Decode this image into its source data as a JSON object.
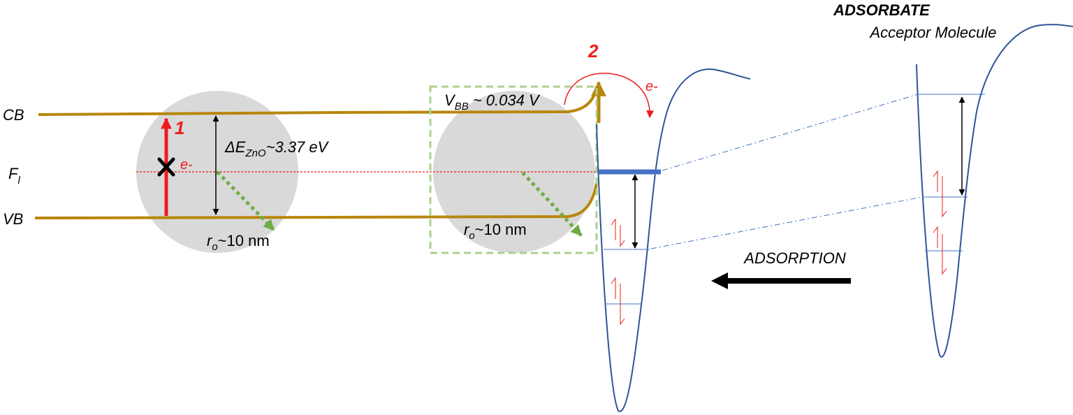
{
  "colors": {
    "band": "#B8860B",
    "particle": "#D9D9D9",
    "red": "#EE1C1C",
    "blue": "#2E5597",
    "blue_level": "#4472C4",
    "green": "#70AD47",
    "green_box": "#A9D18E",
    "black": "#000000"
  },
  "labels": {
    "cb": "CB",
    "fl_main": "F",
    "fl_sub": "l",
    "vb": "VB",
    "step1": "1",
    "step2": "2",
    "electron_1": "e-",
    "electron_2": "e-",
    "gap_delta": "ΔE",
    "gap_sub": "ZnO",
    "gap_value": "~3.37 eV",
    "radius_main": "r",
    "radius_sub": "o",
    "radius_value": "~10 nm",
    "vbb_main": "V",
    "vbb_sub": "BB",
    "vbb_value": " ~ 0.034 V",
    "adsorbate_title": "ADSORBATE",
    "adsorbate_subtitle": "Acceptor Molecule",
    "adsorption": "ADSORPTION"
  }
}
